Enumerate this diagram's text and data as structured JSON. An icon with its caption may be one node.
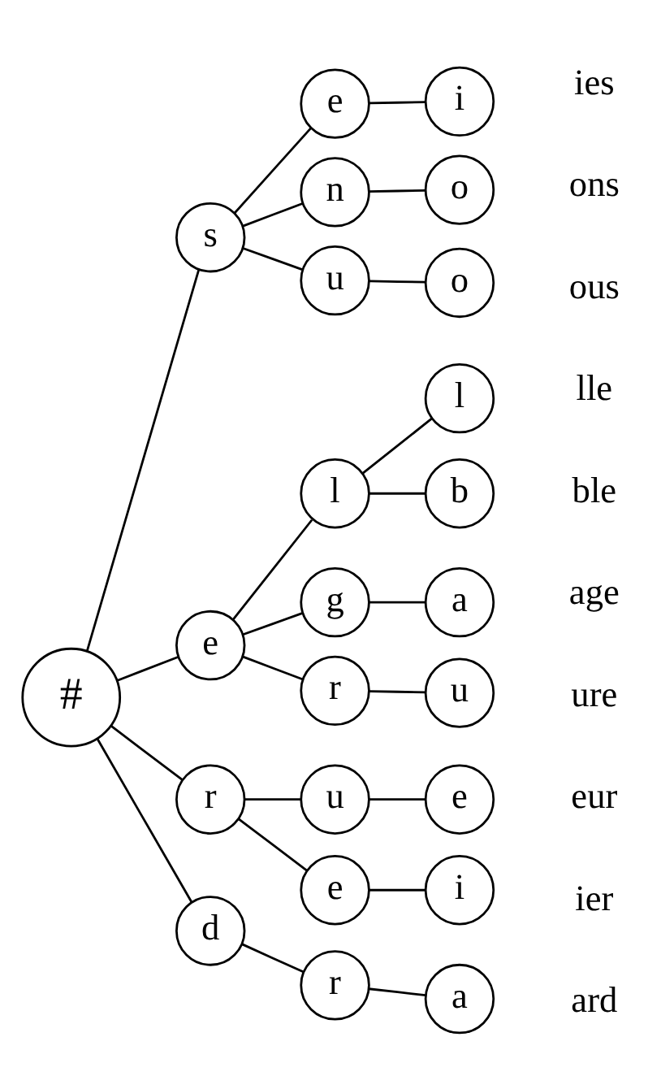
{
  "diagram": {
    "nodes": [
      {
        "text": [
          "#"
        ]
      },
      {
        "text": [
          "s"
        ]
      },
      {
        "text": [
          "e"
        ]
      },
      {
        "text": [
          "i"
        ],
        "beside": [
          "ies"
        ]
      },
      {
        "text": [
          "n"
        ]
      },
      {
        "text": [
          "o"
        ],
        "beside": [
          "ons"
        ]
      },
      {
        "text": [
          "u"
        ]
      },
      {
        "text": [
          "o"
        ],
        "beside": [
          "ous"
        ]
      },
      {
        "text": [
          "e"
        ]
      },
      {
        "text": [
          "l"
        ]
      },
      {
        "text": [
          "l"
        ],
        "beside": [
          "lle"
        ]
      },
      {
        "text": [
          "b"
        ],
        "beside": [
          "ble"
        ]
      },
      {
        "text": [
          "g"
        ]
      },
      {
        "text": [
          "a"
        ],
        "beside": [
          "age"
        ]
      },
      {
        "text": [
          "r"
        ]
      },
      {
        "text": [
          "u"
        ],
        "beside": [
          "ure"
        ]
      },
      {
        "text": [
          "r"
        ]
      },
      {
        "text": [
          "u"
        ]
      },
      {
        "text": [
          "e"
        ],
        "beside": [
          "eur"
        ]
      },
      {
        "text": [
          "e"
        ]
      },
      {
        "text": [
          "i"
        ],
        "beside": [
          "ier"
        ]
      },
      {
        "text": [
          "d"
        ]
      },
      {
        "text": [
          "r"
        ]
      },
      {
        "text": [
          "a"
        ],
        "beside": [
          "ard"
        ]
      }
    ],
    "edges": [
      {
        "from": 0,
        "to": 1,
        "arrow": "none"
      },
      {
        "from": 1,
        "to": 2,
        "arrow": "none"
      },
      {
        "from": 2,
        "to": 3,
        "arrow": "none"
      },
      {
        "from": 1,
        "to": 4,
        "arrow": "none"
      },
      {
        "from": 4,
        "to": 5,
        "arrow": "none"
      },
      {
        "from": 1,
        "to": 6,
        "arrow": "none"
      },
      {
        "from": 6,
        "to": 7,
        "arrow": "none"
      },
      {
        "from": 0,
        "to": 8,
        "arrow": "none"
      },
      {
        "from": 8,
        "to": 9,
        "arrow": "none"
      },
      {
        "from": 9,
        "to": 10,
        "arrow": "none"
      },
      {
        "from": 9,
        "to": 11,
        "arrow": "none"
      },
      {
        "from": 8,
        "to": 12,
        "arrow": "none"
      },
      {
        "from": 12,
        "to": 13,
        "arrow": "none"
      },
      {
        "from": 8,
        "to": 14,
        "arrow": "none"
      },
      {
        "from": 14,
        "to": 15,
        "arrow": "none"
      },
      {
        "from": 0,
        "to": 16,
        "arrow": "none"
      },
      {
        "from": 16,
        "to": 17,
        "arrow": "none"
      },
      {
        "from": 17,
        "to": 18,
        "arrow": "none"
      },
      {
        "from": 16,
        "to": 19,
        "arrow": "none"
      },
      {
        "from": 19,
        "to": 20,
        "arrow": "none"
      },
      {
        "from": 0,
        "to": 21,
        "arrow": "none"
      },
      {
        "from": 21,
        "to": 22,
        "arrow": "none"
      },
      {
        "from": 22,
        "to": 23,
        "arrow": "none"
      }
    ]
  }
}
